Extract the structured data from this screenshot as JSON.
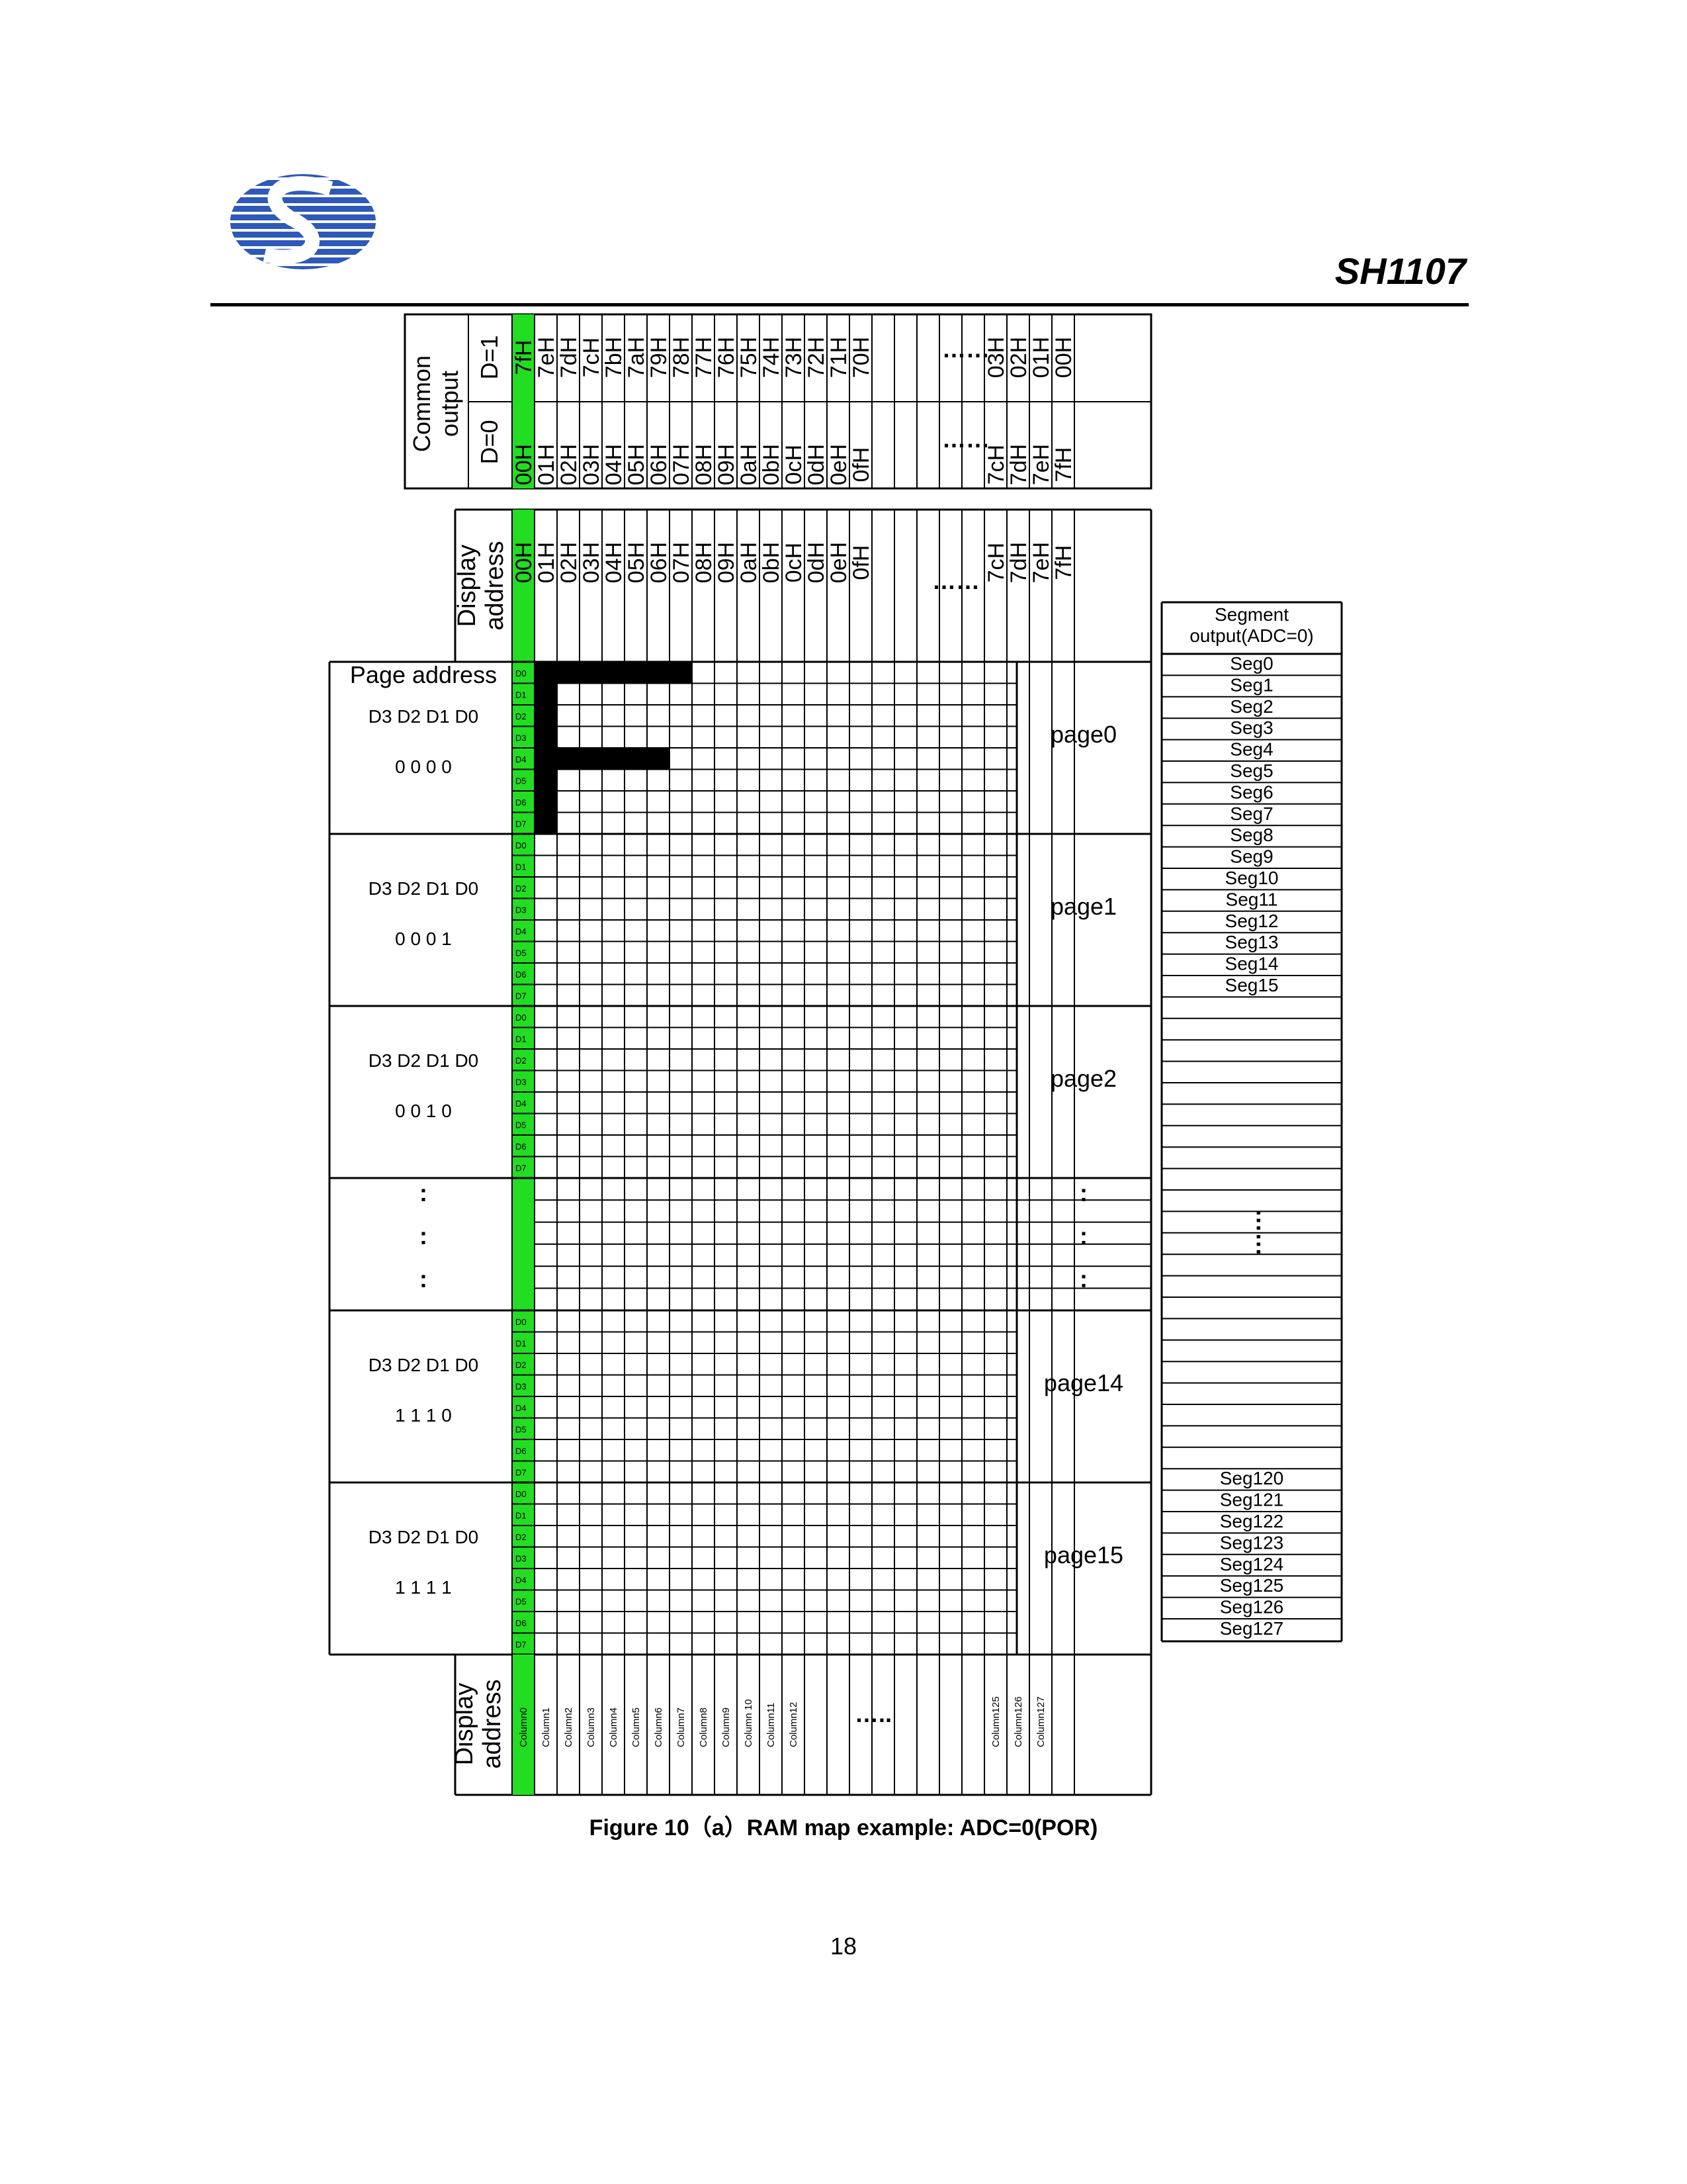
{
  "header": {
    "title": "SH1107",
    "logo_colors": {
      "blue": "#2e59b8",
      "green": "#00e000"
    }
  },
  "common_output": {
    "label": "Common output",
    "d0_label": "D=0",
    "d1_label": "D=1",
    "d0_values": [
      "00H",
      "01H",
      "02H",
      "03H",
      "04H",
      "05H",
      "06H",
      "07H",
      "08H",
      "09H",
      "0aH",
      "0bH",
      "0cH",
      "0dH",
      "0eH",
      "0fH"
    ],
    "d0_end_values": [
      "7cH",
      "7dH",
      "7eH",
      "7fH"
    ],
    "d1_values": [
      "7fH",
      "7eH",
      "7dH",
      "7cH",
      "7bH",
      "7aH",
      "79H",
      "78H",
      "77H",
      "76H",
      "75H",
      "74H",
      "73H",
      "72H",
      "71H",
      "70H"
    ],
    "d1_end_values": [
      "03H",
      "02H",
      "01H",
      "00H"
    ],
    "ellipsis": "……"
  },
  "display_address_top": {
    "label": "Display address",
    "values": [
      "00H",
      "01H",
      "02H",
      "03H",
      "04H",
      "05H",
      "06H",
      "07H",
      "08H",
      "09H",
      "0aH",
      "0bH",
      "0cH",
      "0dH",
      "0eH",
      "0fH"
    ],
    "end_values": [
      "7cH",
      "7dH",
      "7eH",
      "7fH"
    ],
    "ellipsis": "……"
  },
  "page_address": {
    "label": "Page address",
    "bits_header": "D3  D2  D1  D0",
    "pages": [
      {
        "bits": "0   0   0   0",
        "name": "page0"
      },
      {
        "bits": "0   0   0   1",
        "name": "page1"
      },
      {
        "bits": "0   0   1   0",
        "name": "page2"
      },
      {
        "bits": "1   1   1   0",
        "name": "page14"
      },
      {
        "bits": "1   1   1   1",
        "name": "page15"
      }
    ],
    "vdots": ":"
  },
  "bit_labels": [
    "D0",
    "D1",
    "D2",
    "D3",
    "D4",
    "D5",
    "D6",
    "D7"
  ],
  "segment_output": {
    "label": "Segment output(ADC=0)",
    "top": [
      "Seg0",
      "Seg1",
      "Seg2",
      "Seg3",
      "Seg4",
      "Seg5",
      "Seg6",
      "Seg7",
      "Seg8",
      "Seg9",
      "Seg10",
      "Seg11",
      "Seg12",
      "Seg13",
      "Seg14",
      "Seg15"
    ],
    "bottom": [
      "Seg120",
      "Seg121",
      "Seg122",
      "Seg123",
      "Seg124",
      "Seg125",
      "Seg126",
      "Seg127"
    ],
    "ellipsis": "……"
  },
  "display_address_bottom": {
    "label": "Display address",
    "columns": [
      "Column0",
      "Column1",
      "Column2",
      "Column3",
      "Column4",
      "Column5",
      "Column6",
      "Column7",
      "Column8",
      "Column9",
      "Column 10",
      "Column11",
      "Column12"
    ],
    "end_columns": [
      "Column125",
      "Column126",
      "Column127"
    ],
    "ellipsis": "….."
  },
  "figure_caption": "Figure 10（a）RAM map example: ADC=0(POR)",
  "page_number": "18"
}
